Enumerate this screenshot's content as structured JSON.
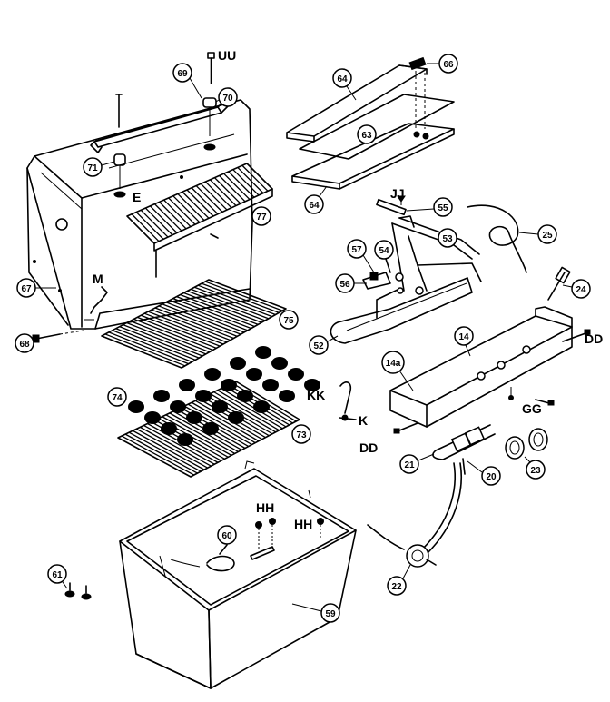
{
  "title": "",
  "callouts": {
    "c67": "67",
    "c68": "68",
    "c69": "69",
    "c70": "70",
    "c71": "71",
    "c77": "77",
    "c75": "75",
    "c74": "74",
    "c73": "73",
    "c64a": "64",
    "c63": "63",
    "c64b": "64",
    "c66": "66",
    "c55": "55",
    "c53": "53",
    "c57": "57",
    "c54": "54",
    "c56": "56",
    "c52": "52",
    "c25": "25",
    "c24": "24",
    "c14": "14",
    "c14a": "14a",
    "c21": "21",
    "c20": "20",
    "c23": "23",
    "c22": "22",
    "c60": "60",
    "c59": "59",
    "c61": "61"
  },
  "letter_labels": {
    "uu": "UU",
    "e": "E",
    "m": "M",
    "jj": "JJ",
    "kk": "KK",
    "k": "K",
    "dd_right": "DD",
    "dd_left": "DD",
    "gg": "GG",
    "hh_left": "HH",
    "hh_right": "HH"
  }
}
